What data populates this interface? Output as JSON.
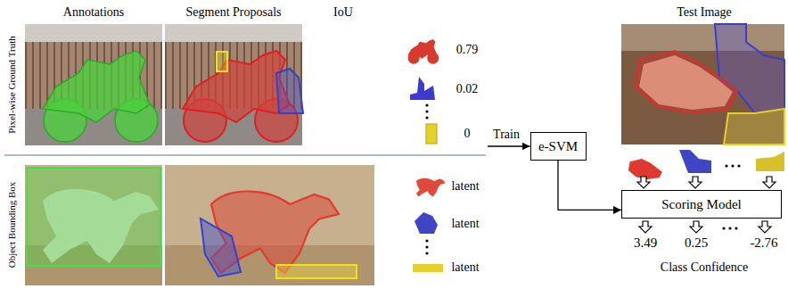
{
  "diagram": {
    "nodes": [
      {
        "text": [
          "e-SVM"
        ]
      },
      {
        "text": [
          "Scoring Model"
        ]
      }
    ],
    "edges": [
      {
        "from": 0,
        "to": 1,
        "arrow": "to"
      }
    ],
    "labels": [
      "Annotations",
      "Segment Proposals",
      "IoU",
      "Test Image",
      "Pixel-wise Ground Truth",
      "Object Bounding Box",
      "0.79",
      "0.02",
      "0",
      "latent",
      "latent",
      "latent",
      "Train",
      "3.49",
      "0.25",
      "-2.76",
      "Class Confidence"
    ]
  }
}
